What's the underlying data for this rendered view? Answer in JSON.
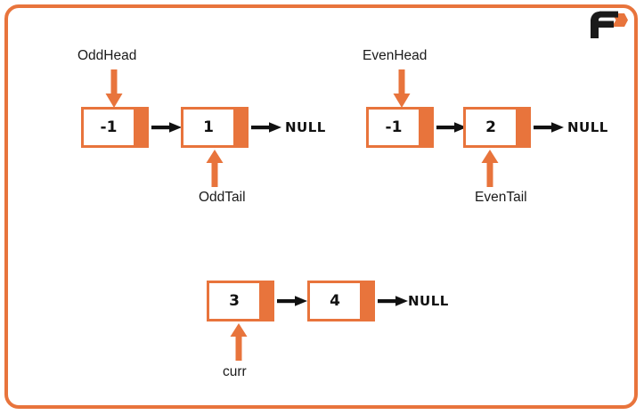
{
  "theme": {
    "accent": "#E8743C",
    "ink": "#111111",
    "background": "#FFFFFF",
    "frame_border": "#E8743C"
  },
  "logo": {
    "name": "brand-logo-f-arrow",
    "letter": "F",
    "letter_color": "#1A1A1A",
    "arrow_color": "#E8743C"
  },
  "diagram": {
    "type": "linked-list",
    "lists": [
      {
        "id": "odd-list",
        "nodes": [
          {
            "value": "-1"
          },
          {
            "value": "1"
          }
        ],
        "terminator": "NULL",
        "pointers": [
          {
            "name": "OddHead",
            "label": "OddHead",
            "target_node": 0,
            "direction": "down"
          },
          {
            "name": "OddTail",
            "label": "OddTail",
            "target_node": 1,
            "direction": "up"
          }
        ]
      },
      {
        "id": "even-list",
        "nodes": [
          {
            "value": "-1"
          },
          {
            "value": "2"
          }
        ],
        "terminator": "NULL",
        "pointers": [
          {
            "name": "EvenHead",
            "label": "EvenHead",
            "target_node": 0,
            "direction": "down"
          },
          {
            "name": "EvenTail",
            "label": "EvenTail",
            "target_node": 1,
            "direction": "up"
          }
        ]
      },
      {
        "id": "curr-list",
        "nodes": [
          {
            "value": "3"
          },
          {
            "value": "4"
          }
        ],
        "terminator": "NULL",
        "pointers": [
          {
            "name": "curr",
            "label": "curr",
            "target_node": 0,
            "direction": "up"
          }
        ]
      }
    ]
  }
}
